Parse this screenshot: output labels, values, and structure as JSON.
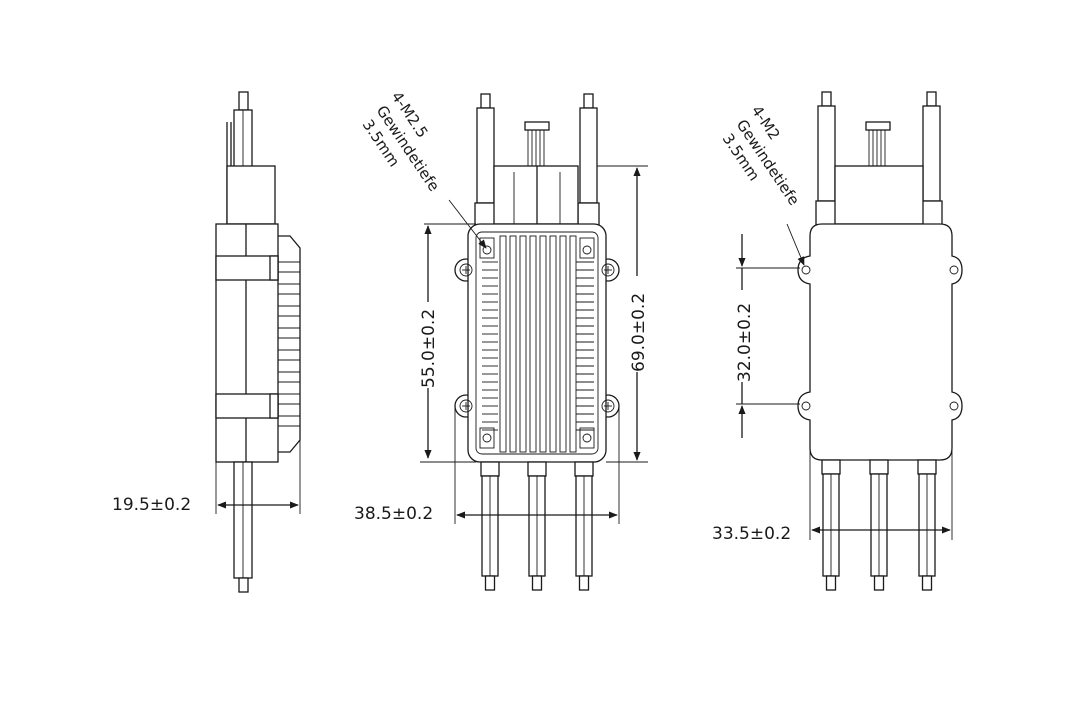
{
  "dimensions": {
    "side_width": "19.5±0.2",
    "front_width": "38.5±0.2",
    "front_hole_pitch": "55.0±0.2",
    "front_length": "69.0±0.2",
    "back_hole_pitch": "32.0±0.2",
    "back_width": "33.5±0.2"
  },
  "notes": {
    "front_thread": [
      "4-M2.5",
      "Gewindetiefe",
      "3.5mm"
    ],
    "back_thread": [
      "4-M2",
      "Gewindetiefe",
      "3.5mm"
    ]
  },
  "colors": {
    "line": "#1a1a1a",
    "background": "#ffffff"
  }
}
